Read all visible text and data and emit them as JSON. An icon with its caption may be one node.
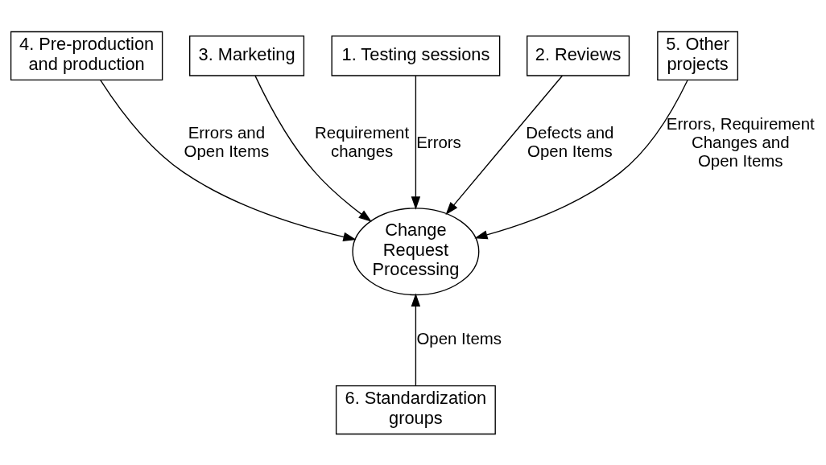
{
  "diagram": {
    "nodes": [
      {
        "text": [
          "1. Testing sessions"
        ]
      },
      {
        "text": [
          "3. Marketing"
        ]
      },
      {
        "text": [
          "2. Reviews"
        ]
      },
      {
        "text": [
          "4. Pre-production and production"
        ]
      },
      {
        "text": [
          "Change Request Processing"
        ]
      },
      {
        "text": [
          "5. Other projects"
        ]
      },
      {
        "text": [
          "6. Standardization groups"
        ]
      }
    ],
    "edges": [
      {
        "from": 0,
        "to": 4,
        "arrow": "to",
        "label": "Errors"
      },
      {
        "from": 1,
        "to": 4,
        "arrow": "to",
        "label": "Requirement changes"
      },
      {
        "from": 2,
        "to": 4,
        "arrow": "to",
        "label": "Defects and Open Items"
      },
      {
        "from": 3,
        "to": 4,
        "arrow": "to",
        "label": "Errors and Open Items"
      },
      {
        "from": 5,
        "to": 4,
        "arrow": "to",
        "label": "Errors, Requirement Changes and Open Items"
      },
      {
        "from": 6,
        "to": 4,
        "arrow": "to",
        "label": "Open Items"
      }
    ]
  }
}
